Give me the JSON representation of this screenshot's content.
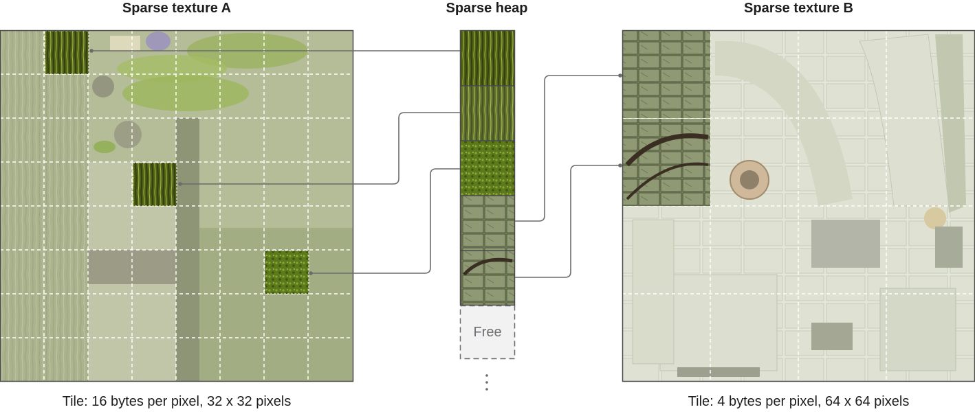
{
  "texture_a": {
    "title": "Sparse texture A",
    "caption": "Tile: 16 bytes per pixel, 32 x 32 pixels"
  },
  "heap": {
    "title": "Sparse heap",
    "free_label": "Free",
    "more_glyph": "⋮"
  },
  "texture_b": {
    "title": "Sparse texture B",
    "caption": "Tile: 4 bytes per pixel, 64 x 64 pixels"
  },
  "colors": {
    "texture_a_fill": "#b5bc98",
    "texture_a_dark_region": "#8f9878",
    "texture_b_fill": "#e6e8dc",
    "mapped_tile_green_dark": "#3b4a12",
    "mapped_tile_green": "#5f7a1e",
    "mapped_tile_stone": "#7f8a66",
    "connector": "#6b6b6b",
    "free_slot_fill": "#f2f2f2",
    "grid_dash": "#ffffff"
  },
  "icons": [
    "grass-tile-icon",
    "moss-tile-icon",
    "stone-tile-icon"
  ]
}
